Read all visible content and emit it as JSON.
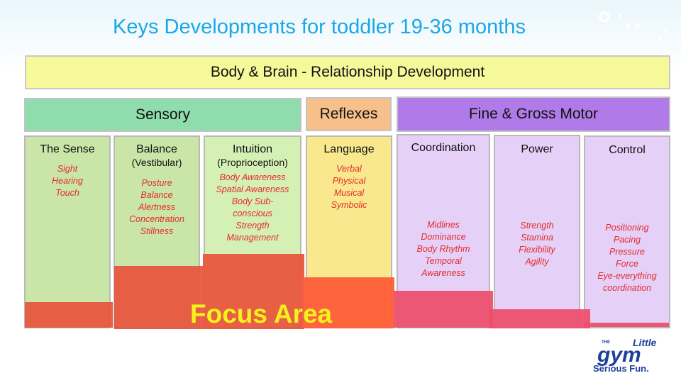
{
  "slide": {
    "title": "Keys Developments for toddler 19-36 months",
    "banner": "Body & Brain - Relationship Development",
    "focus_label": "Focus  Area"
  },
  "groups": {
    "sensory": "Sensory",
    "reflexes": "Reflexes",
    "motor": "Fine & Gross Motor"
  },
  "columns": [
    {
      "title": "The Sense",
      "subtitle": "",
      "items": [
        "Sight",
        "Hearing",
        "Touch"
      ]
    },
    {
      "title": "Balance",
      "subtitle": "(Vestibular)",
      "items": [
        "Posture",
        "Balance",
        "Alertness",
        "Concentration",
        "Stillness"
      ]
    },
    {
      "title": "Intuition",
      "subtitle": "(Proprioception)",
      "items": [
        "Body Awareness",
        "Spatial Awareness",
        "Body Sub-",
        "conscious",
        "Strength",
        "Management"
      ]
    },
    {
      "title": "Language",
      "subtitle": "",
      "items": [
        "Verbal",
        "Physical",
        "Musical",
        "Symbolic"
      ]
    },
    {
      "title": "Coordination",
      "subtitle": "",
      "items": [
        "Midlines",
        "Dominance",
        "Body Rhythm",
        "Temporal",
        "Awareness"
      ]
    },
    {
      "title": "Power",
      "subtitle": "",
      "items": [
        "Strength",
        "Stamina",
        "Flexibility",
        "Agility"
      ]
    },
    {
      "title": "Control",
      "subtitle": "",
      "items": [
        "Positioning",
        "Pacing",
        "Pressure",
        "Force",
        "Eye-everything",
        "coordination"
      ]
    }
  ],
  "logo": {
    "small": "THE",
    "top": "Little",
    "brand": "gym",
    "tagline": "Serious Fun."
  },
  "colors": {
    "title": "#1aa7e8",
    "banner": "#f5f99a",
    "sensory": "#8fdcad",
    "reflexes": "#f7c08a",
    "motor": "#b07be8",
    "item_text": "#e52b2b",
    "focus_fill": "#e8543c",
    "focus_text": "#f4f21b",
    "logo": "#1f3f9a"
  }
}
